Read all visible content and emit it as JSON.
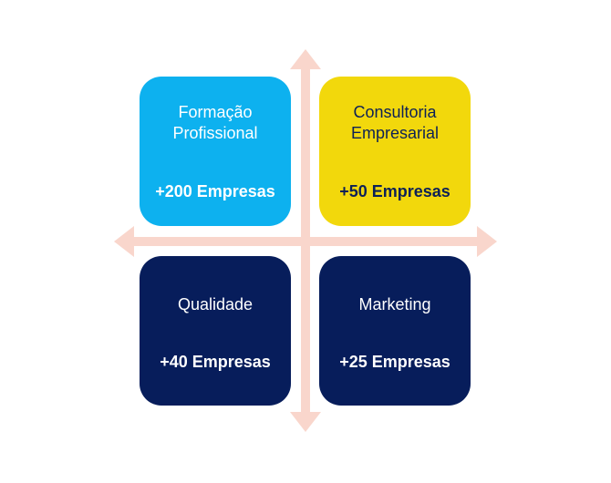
{
  "colors": {
    "arrows": "#f9d6cc",
    "tile_cyan": "#0db1ef",
    "tile_yellow": "#f2d80c",
    "tile_navy": "#071d5b"
  },
  "quadrants": [
    {
      "title": "Formação\nProfissional",
      "count": "+200 Empresas"
    },
    {
      "title": "Consultoria\nEmpresarial",
      "count": "+50 Empresas"
    },
    {
      "title": "Qualidade",
      "count": "+40 Empresas"
    },
    {
      "title": "Marketing",
      "count": "+25 Empresas"
    }
  ]
}
